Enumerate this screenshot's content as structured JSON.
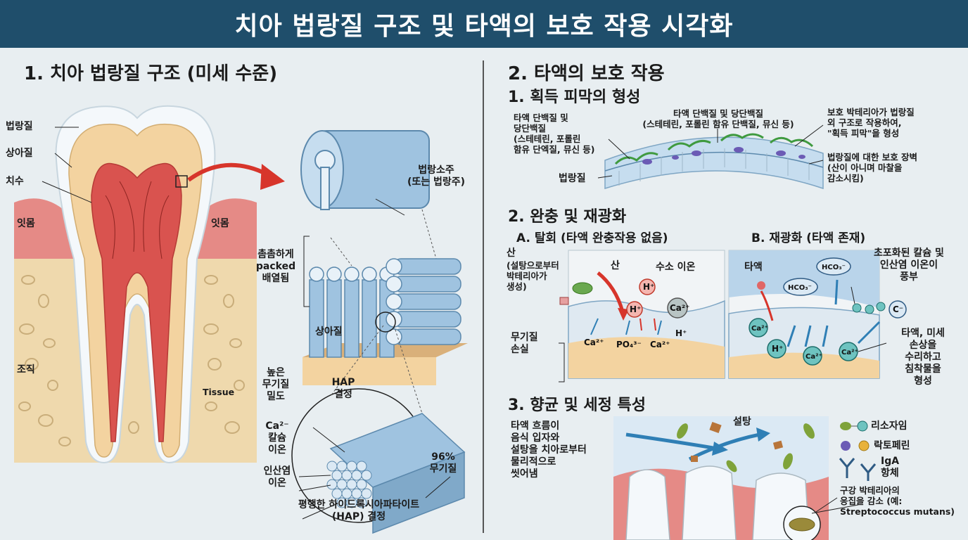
{
  "title": "치아 법랑질 구조 및 타액의 보호 작용 시각화",
  "left": {
    "heading": "1. 치아 법랑질 구조 (미세 수준)",
    "tooth_labels": {
      "enamel": "법랑질",
      "dentin": "상아질",
      "pulp": "치수",
      "gum_left": "잇몸",
      "gum_right": "잇몸",
      "bone": "조직",
      "tissue": "Tissue"
    },
    "rod_label": "법랑소주\n(또는 법랑주)",
    "packed_label": "촘촘하게\npacked\n배열됨",
    "dentin_label": "상아질",
    "high_mineral": "높은\n무기질\n밀도",
    "hap_crystal": "HAP\n결정",
    "calcium": "Ca²⁻\n칼슘\n이온",
    "phosphate": "인산염\n이온",
    "mineral_pct": "96%\n무기질",
    "hap_caption": "평행한 하이드록시아파타이트\n(HAP) 결정"
  },
  "right": {
    "heading": "2. 타액의 보호 작용",
    "pellicle": {
      "heading": "1. 획득 피막의 형성",
      "left_label": "타액 단백질 및\n당단백질\n(스테테린, 포롤린\n함유 단엑질, 뮤신 등)",
      "top_label": "타액 단백질 및 당단백질\n(스테테린, 포롤린 함유 단백질, 뮤신 등)",
      "enamel_label": "법랑질",
      "right_top": "보호 박테리아가 법랑질\n외 구조로 작용하여,\n\"획득 피막\"을 형성",
      "right_bottom": "법랑질에 대한 보호 장벽\n(산이 아니며 마찰을\n감소시킴)"
    },
    "buffer": {
      "heading": "2. 완충 및 재광화",
      "a_title": "A. 탈회 (타액 완충작용 없음)",
      "b_title": "B. 재광화 (타액 존재)",
      "acid": "산",
      "acid_source": "(설탕으로부터\n박테리아가\n생성)",
      "acid2": "산",
      "hydrogen": "수소 이온",
      "mineral_loss": "무기질\n손실",
      "saliva": "타액",
      "supersaturated": "초포화된 칼슘 및\n인산염 이온이\n풍부",
      "repair": "타액, 미세\n손상을\n수리하고\n침착물을\n형성",
      "ions_a": {
        "h1": "H⁺",
        "h2": "H⁺",
        "ca_o": "Ca²⁺",
        "ca1": "Ca²⁺",
        "po4": "PO₄³⁻",
        "ca2": "Ca²⁺",
        "h3": "H⁺"
      },
      "ions_b": {
        "hco1": "HCO₃⁻",
        "hco2": "HCO₃⁻",
        "c": "C⁻",
        "ca1": "Ca²⁺",
        "h": "H⁺",
        "ca2": "Ca²⁺",
        "ca3": "Ca²⁺"
      }
    },
    "antibac": {
      "heading": "3. 향균 및 세정 특성",
      "flow_label": "타액 흐름이\n음식 입자와\n설탕을 치아로부터\n물리적으로\n씻어냄",
      "sugar": "설탕",
      "lysozyme": "리소자임",
      "lactoferrin": "락토페린",
      "iga": "IgA\n항체",
      "aggregation": "구강 박테리아의\n응집을 감소 (예:\nStreptococcus mutans)"
    }
  },
  "colors": {
    "header": "#1f4e6b",
    "background": "#e8eef1",
    "enamel": "#f4f8fb",
    "dentin": "#f3d3a0",
    "pulp": "#d9534f",
    "gum": "#e58a86",
    "bone": "#efd9ad",
    "rod": "#9fc3e0",
    "arrow_red": "#d7352b",
    "arrow_blue": "#2f7fb5"
  }
}
